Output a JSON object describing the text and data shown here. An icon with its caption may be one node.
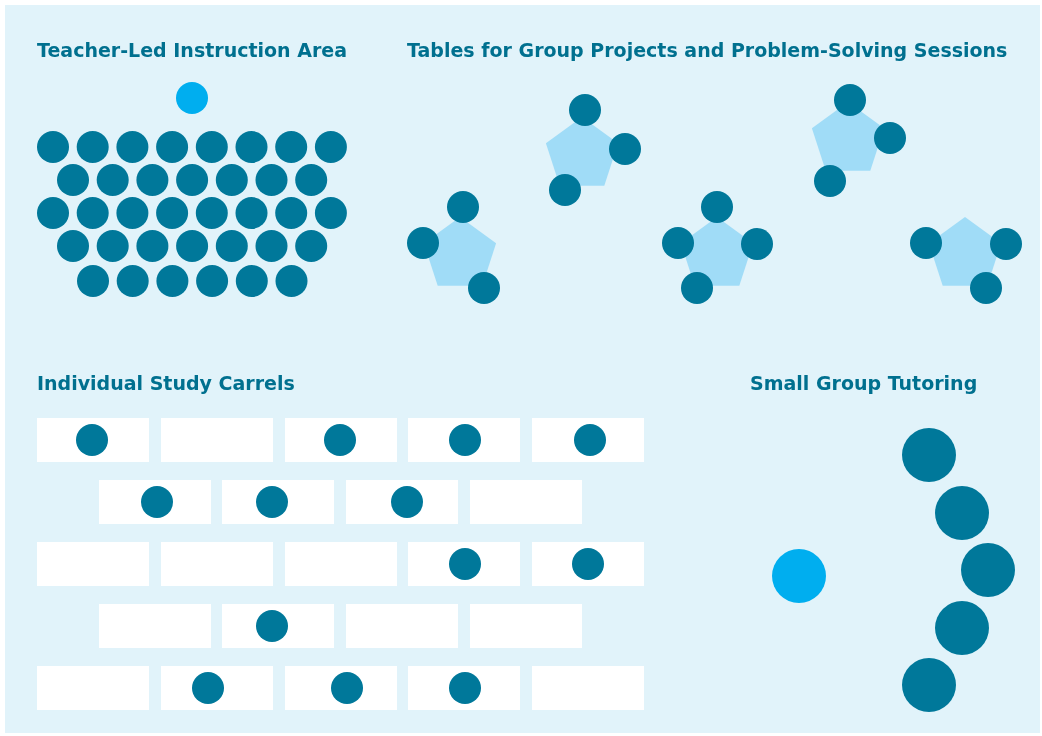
{
  "diagram": {
    "labels": [
      "Teacher-Led Instruction Area",
      "Tables for Group Projects and Problem-Solving Sessions",
      "Individual Study Carrels",
      "Small Group Tutoring"
    ]
  }
}
